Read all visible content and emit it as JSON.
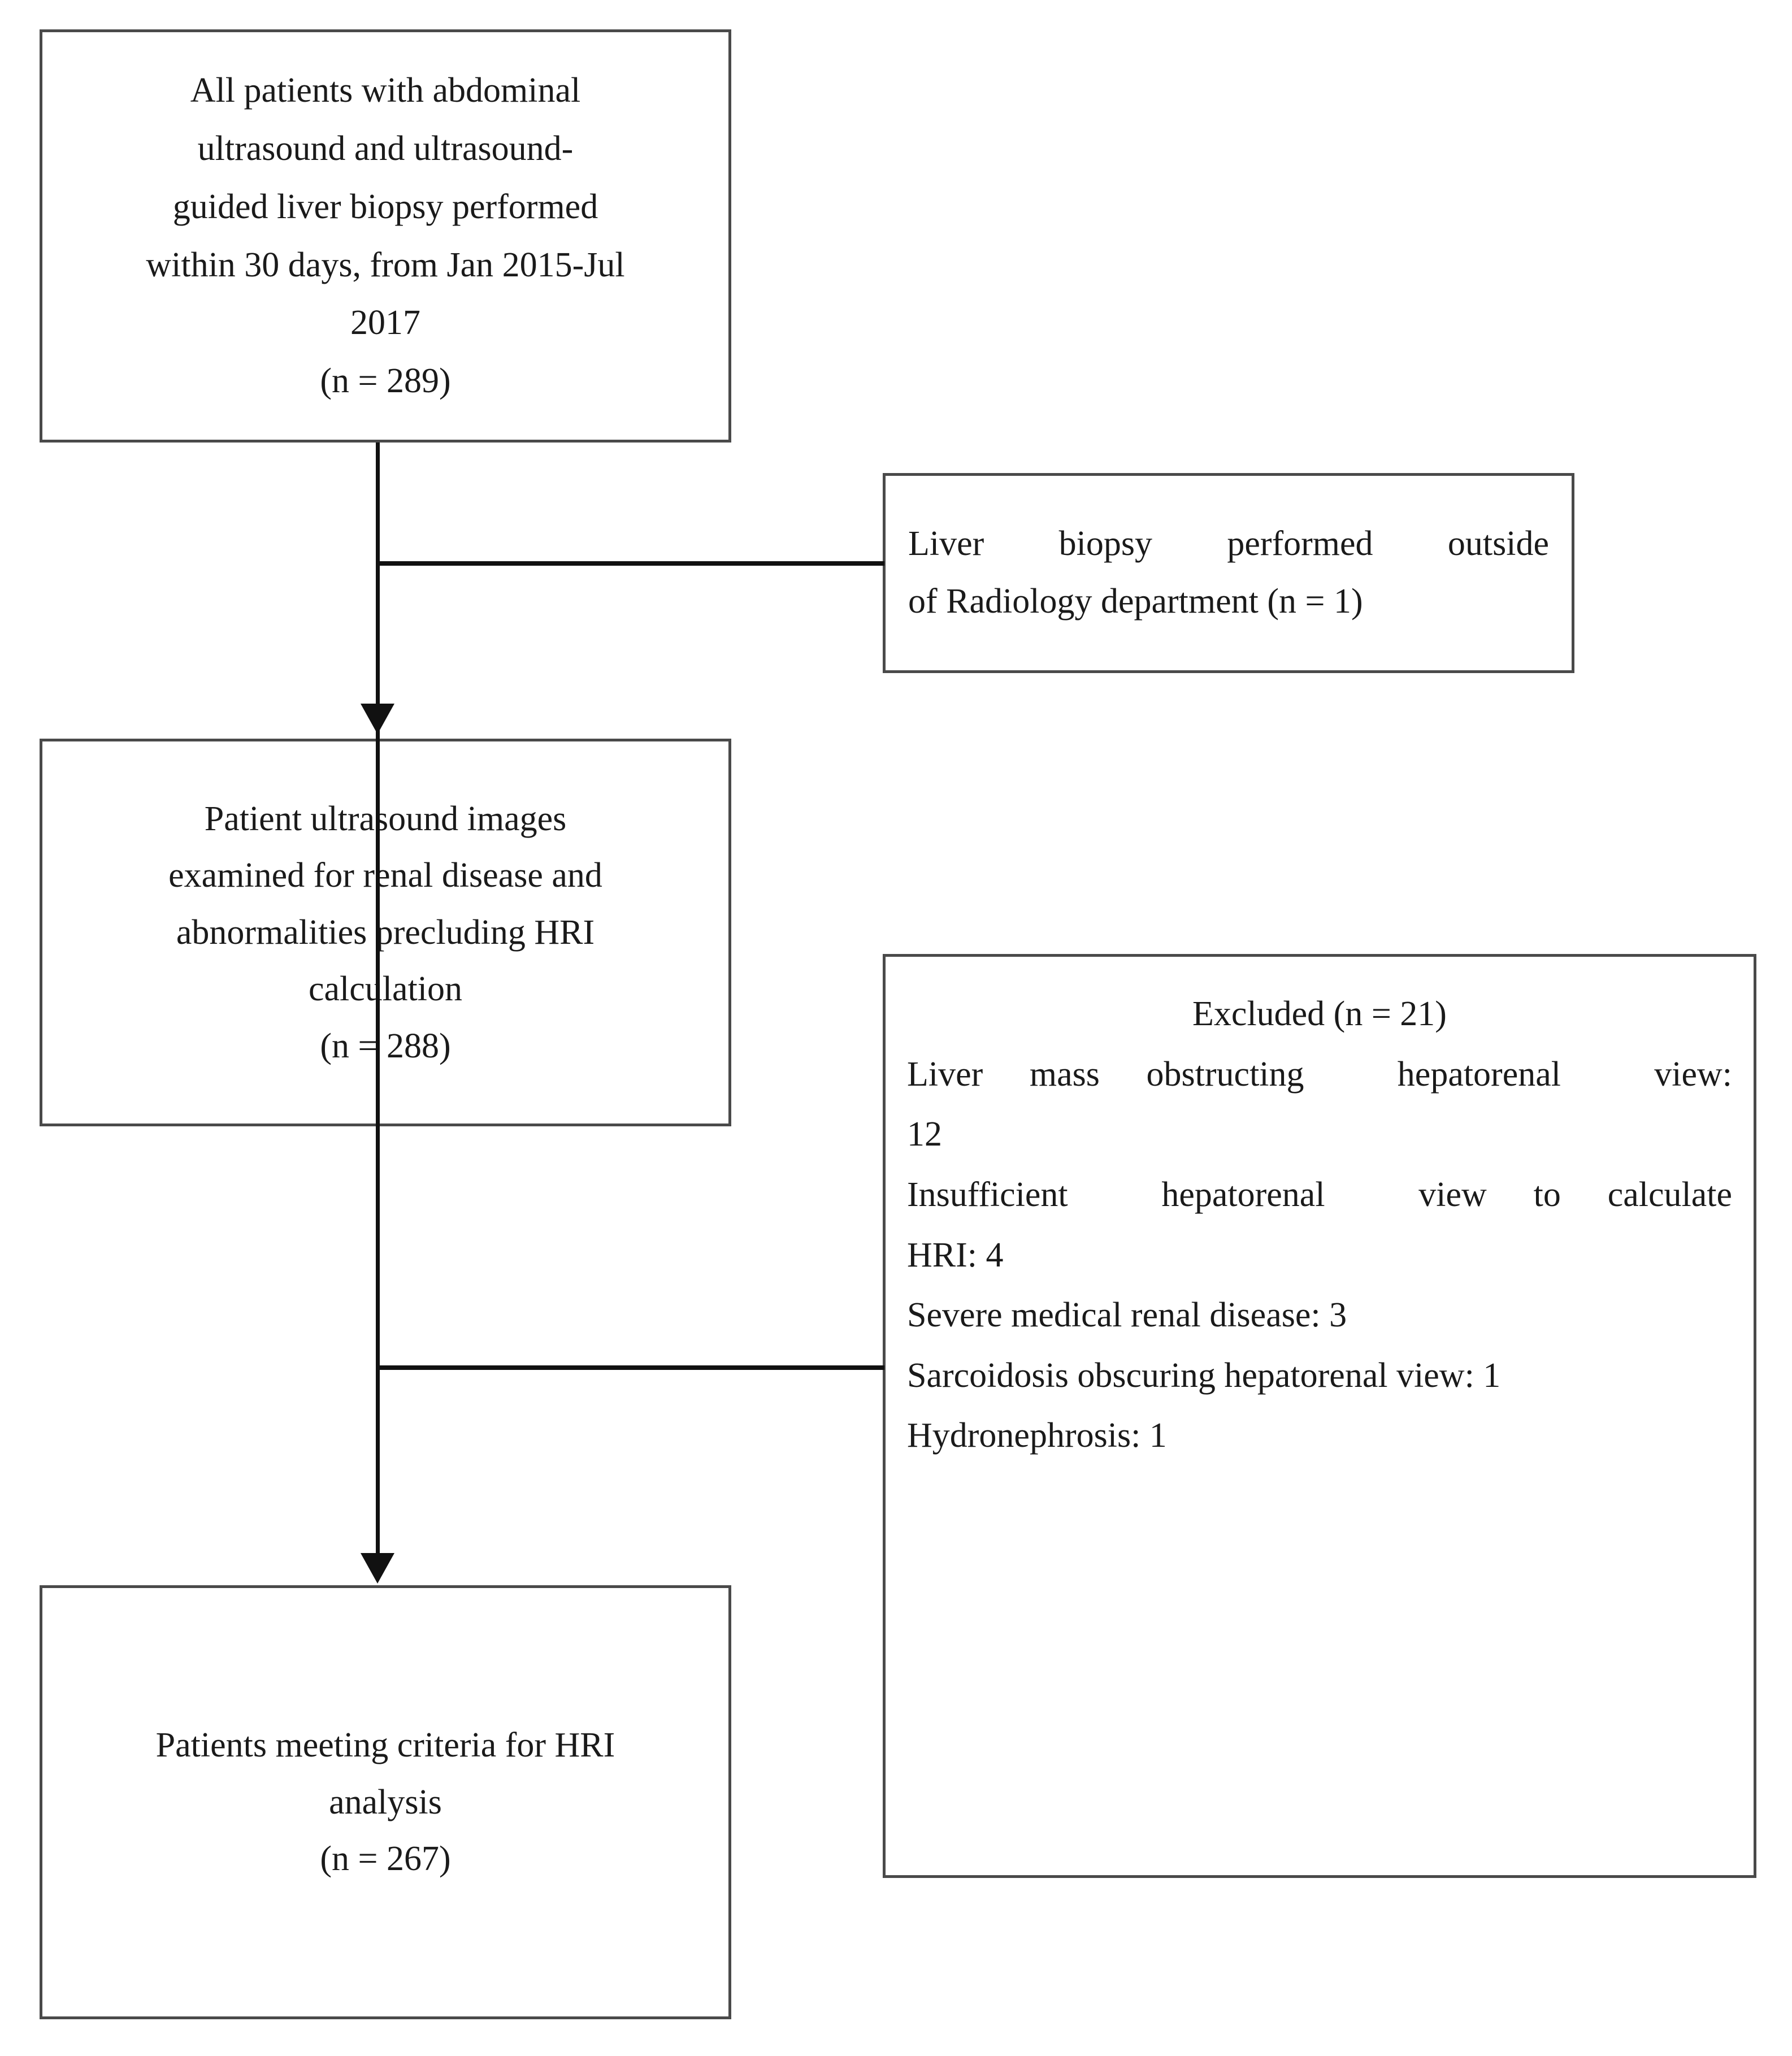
{
  "diagram": {
    "title": "Patient selection flow diagram for hepatorenal index (HRI) analysis",
    "type": "flowchart",
    "orientation": "top-to-bottom-with-right-exclusions",
    "nodes": {
      "source": {
        "name": "source-population",
        "lines": [
          "All patients with abdominal",
          "ultrasound and ultrasound-",
          "guided liver biopsy performed",
          "within 30 days, from Jan 2015-Jul",
          "2017",
          "(n = 289)"
        ],
        "count_label": "(n = 289)",
        "count": 289
      },
      "excluded_outside": {
        "name": "excluded-biopsy-outside-radiology",
        "lines": [
          "Liver  biopsy  performed  outside",
          "of Radiology department (n = 1)"
        ],
        "count_label": "(n = 1)",
        "count": 1
      },
      "screened": {
        "name": "screened-population",
        "lines": [
          "Patient ultrasound images",
          "examined for renal disease and",
          "abnormalities precluding HRI",
          "calculation",
          "(n = 288)"
        ],
        "count_label": "(n = 288)",
        "count": 288
      },
      "excluded_reasons": {
        "name": "excluded-reasons",
        "heading": "Excluded (n = 21)",
        "heading_count": 21,
        "lines": [
          "Liver mass obstructing  hepatorenal  view:",
          "12",
          "Insufficient  hepatorenal  view to calculate",
          "HRI: 4",
          "Severe medical renal disease: 3",
          "Sarcoidosis obscuring hepatorenal view: 1",
          "Hydronephrosis: 1"
        ],
        "reasons": [
          {
            "label": "Liver mass obstructing hepatorenal view",
            "count": 12
          },
          {
            "label": "Insufficient hepatorenal view to calculate HRI",
            "count": 4
          },
          {
            "label": "Severe medical renal disease",
            "count": 3
          },
          {
            "label": "Sarcoidosis obscuring hepatorenal view",
            "count": 1
          },
          {
            "label": "Hydronephrosis",
            "count": 1
          }
        ]
      },
      "final": {
        "name": "final-cohort",
        "lines": [
          "Patients meeting criteria for HRI",
          "analysis",
          "(n = 267)"
        ],
        "count_label": "(n = 267)",
        "count": 267
      }
    },
    "colors": {
      "box_border": "#4a4a4a",
      "connector": "#111111",
      "text": "#1a1a1a",
      "background": "#ffffff"
    }
  }
}
